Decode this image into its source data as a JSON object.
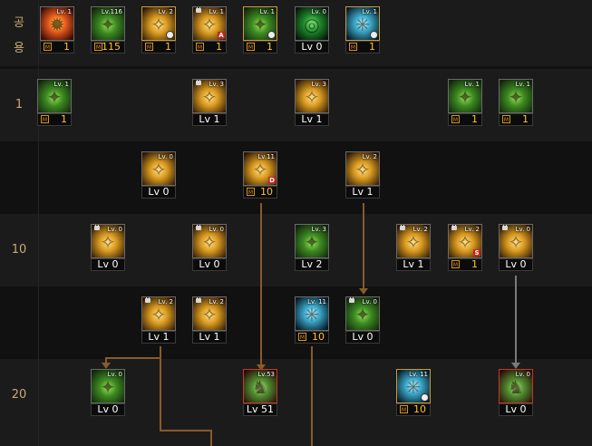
{
  "rows": [
    {
      "label": "공\n용"
    },
    {
      "label": "1"
    },
    {
      "label": ""
    },
    {
      "label": "10"
    },
    {
      "label": ""
    },
    {
      "label": "20"
    }
  ],
  "skills": [
    {
      "id": "s01",
      "icon": "fire-burst-icon",
      "lv_tag": "Lv. 1",
      "level": "1",
      "mastery": true,
      "locked": false
    },
    {
      "id": "s02",
      "icon": "green-slash-icon",
      "lv_tag": "Lv.116",
      "level": "115",
      "mastery": true,
      "locked": false
    },
    {
      "id": "s03",
      "icon": "gold-fist-icon",
      "lv_tag": "Lv. 2",
      "level": "1",
      "mastery": true,
      "locked": false
    },
    {
      "id": "s04",
      "icon": "gold-strike-icon",
      "lv_tag": "Lv. 1",
      "level": "1",
      "mastery": true,
      "locked": true
    },
    {
      "id": "s05",
      "icon": "green-dash-icon",
      "lv_tag": "Lv. 1",
      "level": "1",
      "mastery": true,
      "locked": false
    },
    {
      "id": "s06",
      "icon": "target-icon",
      "lv_tag": "Lv. 0",
      "level": "Lv 0",
      "mastery": false,
      "locked": false
    },
    {
      "id": "s07",
      "icon": "blue-wings-icon",
      "lv_tag": "Lv. 1",
      "level": "1",
      "mastery": true,
      "locked": false
    },
    {
      "id": "s08",
      "icon": "green-gauntlet-icon",
      "lv_tag": "Lv. 1",
      "level": "1",
      "mastery": true,
      "locked": false
    },
    {
      "id": "s09",
      "icon": "gold-roar-icon",
      "lv_tag": "Lv. 3",
      "level": "Lv 1",
      "mastery": false,
      "locked": true
    },
    {
      "id": "s10",
      "icon": "gold-spark-icon",
      "lv_tag": "Lv. 3",
      "level": "Lv 1",
      "mastery": false,
      "locked": false
    },
    {
      "id": "s11",
      "icon": "green-body-icon",
      "lv_tag": "Lv. 1",
      "level": "1",
      "mastery": true,
      "locked": false
    },
    {
      "id": "s12",
      "icon": "green-star-icon",
      "lv_tag": "Lv. 1",
      "level": "1",
      "mastery": true,
      "locked": false
    },
    {
      "id": "s13",
      "icon": "gold-cross-icon",
      "lv_tag": "Lv. 0",
      "level": "Lv 0",
      "mastery": false,
      "locked": false
    },
    {
      "id": "s14",
      "icon": "gold-aura-icon",
      "lv_tag": "Lv.11",
      "level": "10",
      "mastery": true,
      "locked": false
    },
    {
      "id": "s15",
      "icon": "gold-down-arrow-icon",
      "lv_tag": "Lv. 2",
      "level": "Lv 1",
      "mastery": false,
      "locked": false
    },
    {
      "id": "s16",
      "icon": "gold-crack-icon",
      "lv_tag": "Lv. 0",
      "level": "Lv 0",
      "mastery": false,
      "locked": true
    },
    {
      "id": "s17",
      "icon": "gold-wave-icon",
      "lv_tag": "Lv. 0",
      "level": "Lv 0",
      "mastery": false,
      "locked": true
    },
    {
      "id": "s18",
      "icon": "green-torso-icon",
      "lv_tag": "Lv. 3",
      "level": "Lv 2",
      "mastery": false,
      "locked": false
    },
    {
      "id": "s19",
      "icon": "gold-flex-icon",
      "lv_tag": "Lv. 2",
      "level": "Lv 1",
      "mastery": false,
      "locked": true
    },
    {
      "id": "s20",
      "icon": "gold-punch-icon",
      "lv_tag": "Lv. 2",
      "level": "1",
      "mastery": true,
      "locked": true
    },
    {
      "id": "s21",
      "icon": "gold-kick-icon",
      "lv_tag": "Lv. 0",
      "level": "Lv 0",
      "mastery": false,
      "locked": true
    },
    {
      "id": "s22",
      "icon": "gold-fireball-icon",
      "lv_tag": "Lv. 2",
      "level": "Lv 1",
      "mastery": false,
      "locked": true
    },
    {
      "id": "s23",
      "icon": "gold-vortex-icon",
      "lv_tag": "Lv. 2",
      "level": "Lv 1",
      "mastery": false,
      "locked": true
    },
    {
      "id": "s24",
      "icon": "blue-ground-icon",
      "lv_tag": "Lv. 11",
      "level": "10",
      "mastery": true,
      "locked": false
    },
    {
      "id": "s25",
      "icon": "green-shockwave-icon",
      "lv_tag": "Lv. 0",
      "level": "Lv 0",
      "mastery": false,
      "locked": true
    },
    {
      "id": "s26",
      "icon": "green-wind-icon",
      "lv_tag": "Lv. 0",
      "level": "Lv 0",
      "mastery": false,
      "locked": false
    },
    {
      "id": "s27",
      "icon": "green-titan-icon",
      "lv_tag": "Lv.53",
      "level": "Lv 51",
      "mastery": false,
      "locked": false
    },
    {
      "id": "s28",
      "icon": "blue-star-icon",
      "lv_tag": "Lv. 11",
      "level": "10",
      "mastery": true,
      "locked": false
    },
    {
      "id": "s29",
      "icon": "green-beast-icon",
      "lv_tag": "Lv. 0",
      "level": "Lv 0",
      "mastery": false,
      "locked": false
    }
  ],
  "mastery_mark": "M"
}
